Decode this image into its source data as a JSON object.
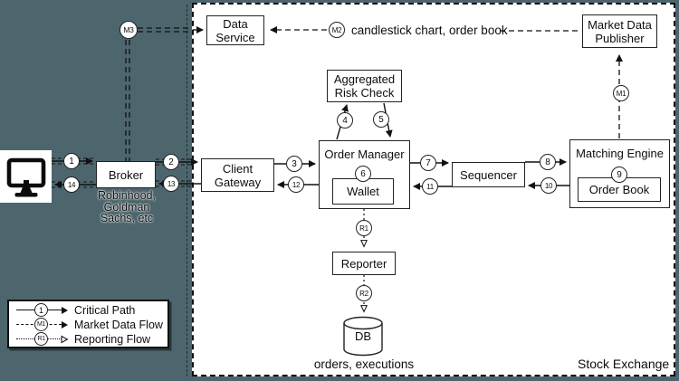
{
  "colors": {
    "background": "#4d666e",
    "surface": "#ffffff",
    "line": "#111111"
  },
  "nodes": {
    "data_service": {
      "label": "Data Service"
    },
    "market_data_publisher": {
      "label": "Market Data Publisher"
    },
    "aggregated_risk_check": {
      "label": "Aggregated Risk Check"
    },
    "client_gateway": {
      "label": "Client Gateway"
    },
    "order_manager": {
      "label": "Order Manager"
    },
    "wallet": {
      "label": "Wallet"
    },
    "sequencer": {
      "label": "Sequencer"
    },
    "matching_engine": {
      "label": "Matching Engine"
    },
    "order_book": {
      "label": "Order Book"
    },
    "broker": {
      "label": "Broker"
    },
    "reporter": {
      "label": "Reporter"
    },
    "db": {
      "label": "DB"
    }
  },
  "annotations": {
    "broker_examples": "Robinhood, Goldman Sachs, etc",
    "market_data_flow_desc": "candlestick chart, order book",
    "db_contents": "orders, executions",
    "boundary_label": "Stock Exchange"
  },
  "markers": {
    "c1": "1",
    "c2": "2",
    "c3": "3",
    "c4": "4",
    "c5": "5",
    "c6": "6",
    "c7": "7",
    "c8": "8",
    "c9": "9",
    "c10": "10",
    "c11": "11",
    "c12": "12",
    "c13": "13",
    "c14": "14",
    "m1": "M1",
    "m2": "M2",
    "m3": "M3",
    "r1": "R1",
    "r2": "R2"
  },
  "legend": {
    "items": [
      {
        "marker": "1",
        "label": "Critical Path",
        "line_style": "solid"
      },
      {
        "marker": "M1",
        "label": "Market Data Flow",
        "line_style": "dashed"
      },
      {
        "marker": "R1",
        "label": "Reporting Flow",
        "line_style": "dotted"
      }
    ]
  }
}
